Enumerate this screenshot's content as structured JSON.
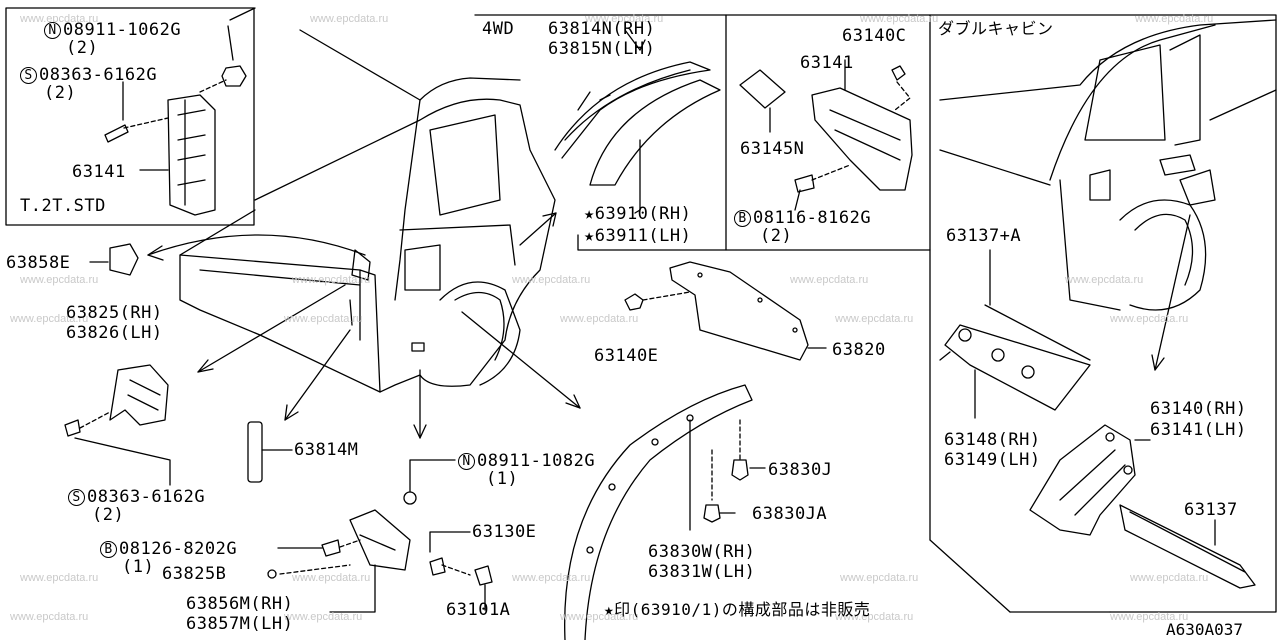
{
  "watermark": "www.epcdata.ru",
  "diagram_code": "A630A037",
  "notes": {
    "t2t_std": "T.2T.STD",
    "four_wd": "4WD",
    "double_cab": "ダブルキャビン",
    "footnote": "★印(63910/1)の構成部品は非販売"
  },
  "labels": {
    "n_08911_1062g": "08911-1062G",
    "n_08911_1062g_qty": "(2)",
    "s_08363_6162g_top": "08363-6162G",
    "s_08363_6162g_top_qty": "(2)",
    "p63141_inset": "63141",
    "p63858e": "63858E",
    "p63825": "63825(RH)",
    "p63826": "63826(LH)",
    "s_08363_6162g": "08363-6162G",
    "s_08363_6162g_qty": "(2)",
    "b_08126_8202g": "08126-8202G",
    "b_08126_8202g_qty": "(1)",
    "p63825b": "63825B",
    "p63856m": "63856M(RH)",
    "p63857m": "63857M(LH)",
    "p63814m": "63814M",
    "n_08911_1082g": "08911-1082G",
    "n_08911_1082g_qty": "(1)",
    "p63130e": "63130E",
    "p63101a": "63101A",
    "p63814n": "63814N(RH)",
    "p63815n": "63815N(LH)",
    "p63910": "★63910(RH)",
    "p63911": "★63911(LH)",
    "p63140c": "63140C",
    "p63141": "63141",
    "p63145n": "63145N",
    "b_08116_8162g": "08116-8162G",
    "b_08116_8162g_qty": "(2)",
    "p63140e": "63140E",
    "p63820": "63820",
    "p63830j": "63830J",
    "p63830ja": "63830JA",
    "p63830w": "63830W(RH)",
    "p63831w": "63831W(LH)",
    "p63137a": "63137+A",
    "p63148": "63148(RH)",
    "p63149": "63149(LH)",
    "p63140_rh": "63140(RH)",
    "p63141_lh": "63141(LH)",
    "p63137": "63137"
  },
  "symbols": {
    "n": "N",
    "s": "S",
    "b": "B"
  }
}
